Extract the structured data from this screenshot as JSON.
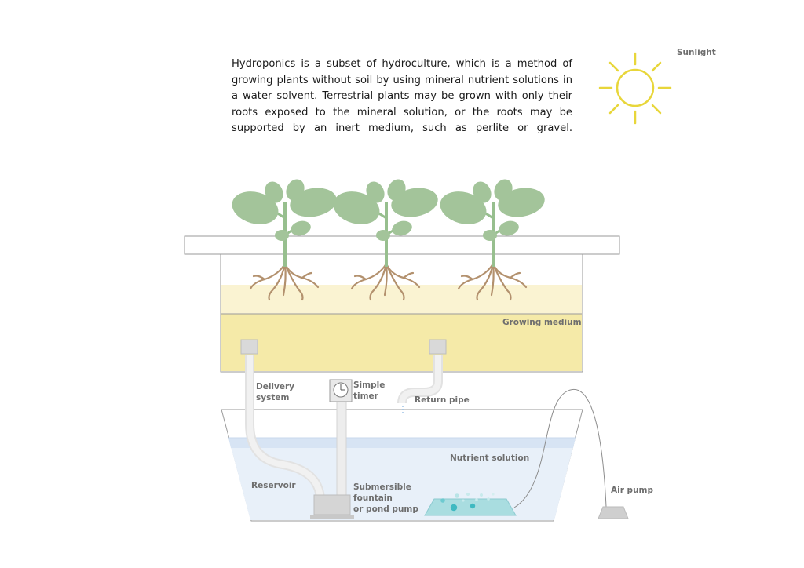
{
  "intro_text": "Hydroponics is a subset of hydroculture, which is a method of growing plants without soil by using mineral nutrient solutions in a water solvent. Terrestrial plants may be grown with only their roots exposed to the mineral solution, or the roots may be supported by an inert medium, such as perlite or gravel.",
  "labels": {
    "sunlight": "Sunlight",
    "growing_medium": "Growing medium",
    "delivery_system": "Delivery\nsystem",
    "simple_timer": "Simple\ntimer",
    "return_pipe": "Return pipe",
    "nutrient_solution": "Nutrient solution",
    "reservoir": "Reservoir",
    "pump": "Submersible\nfountain\nor pond pump",
    "air_pump": "Air pump"
  },
  "colors": {
    "sun": "#e8d63a",
    "leaf": "#a3c49a",
    "stem": "#97bf8e",
    "root": "#b3916e",
    "medium_light": "#faf3d2",
    "medium": "#f5eaa8",
    "water": "#e6eef8",
    "water_band": "#d6e3f3",
    "pipe": "#ececec",
    "air_stone": "#a9dde0",
    "bubble": "#3fb9c1"
  }
}
